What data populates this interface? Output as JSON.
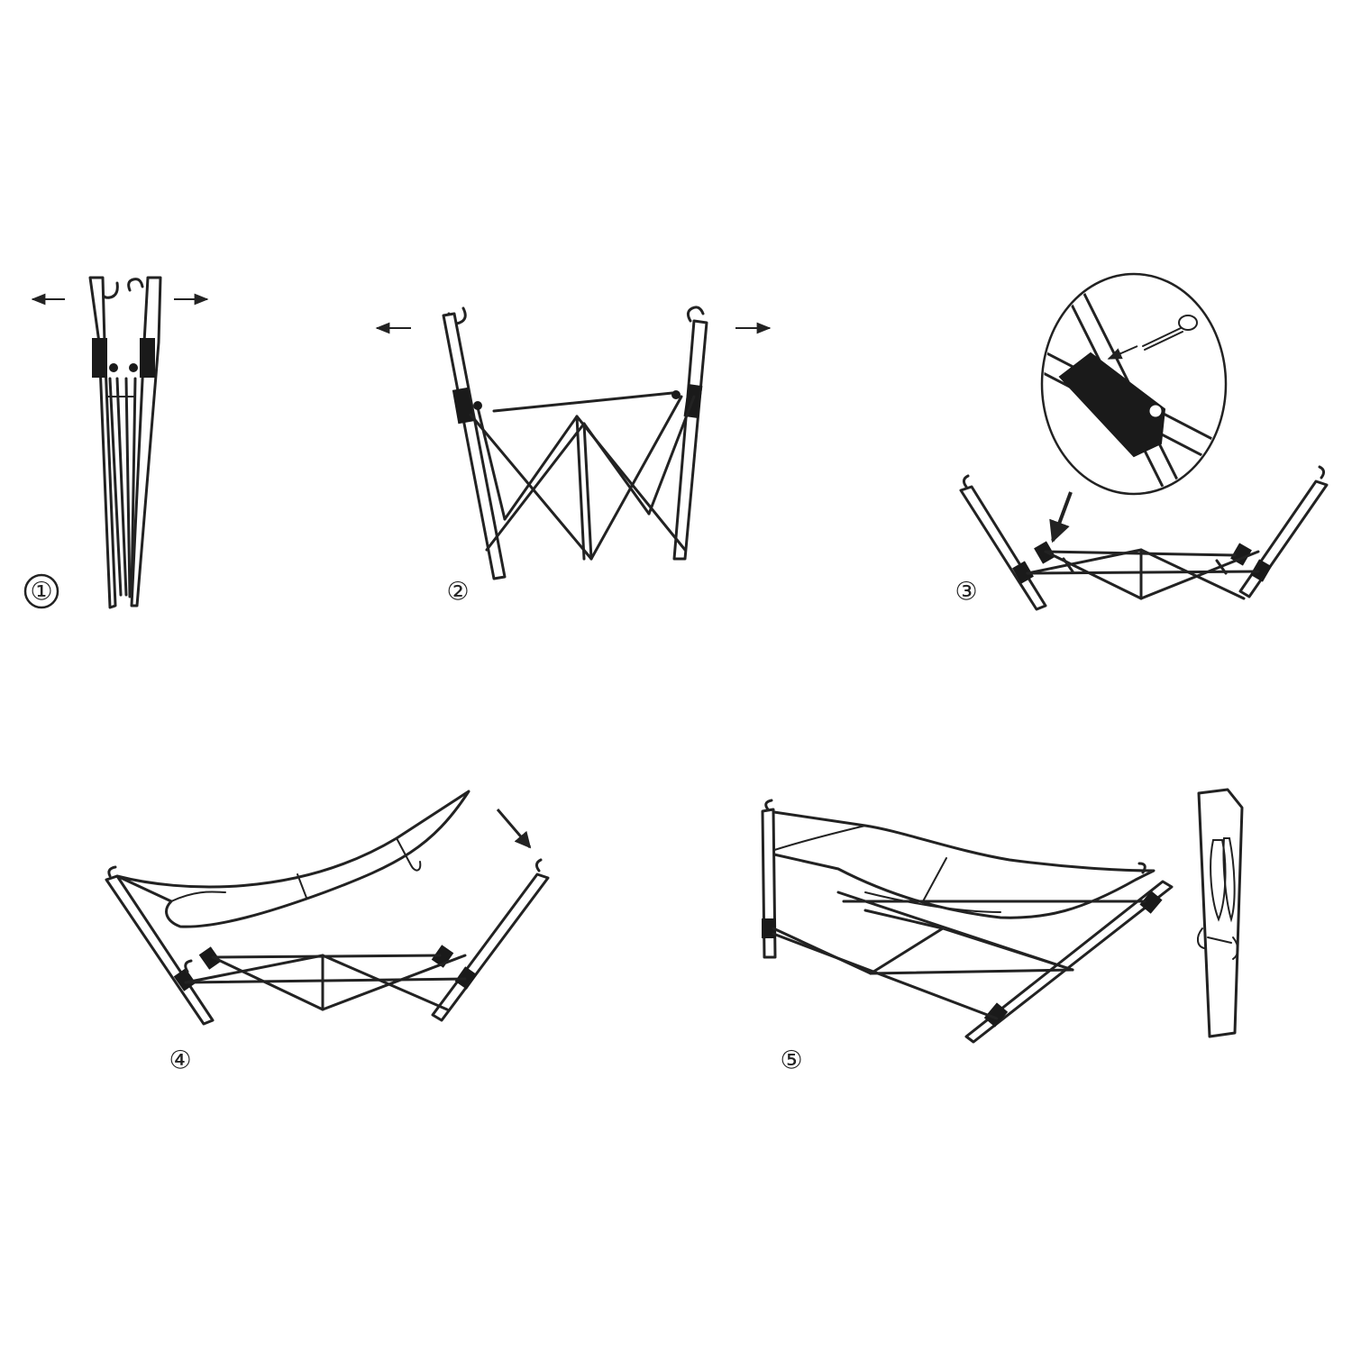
{
  "steps": [
    {
      "label": "①"
    },
    {
      "label": "②"
    },
    {
      "label": "③"
    },
    {
      "label": "④"
    },
    {
      "label": "⑤"
    }
  ],
  "icons": {
    "expand_arrows": "arrow-left-right-icon",
    "direction_arrow": "arrow-down-icon",
    "hook": "hook-icon",
    "pin": "pin-icon"
  },
  "colors": {
    "line": "#222222",
    "joint": "#1a1a1a",
    "background": "#ffffff"
  }
}
